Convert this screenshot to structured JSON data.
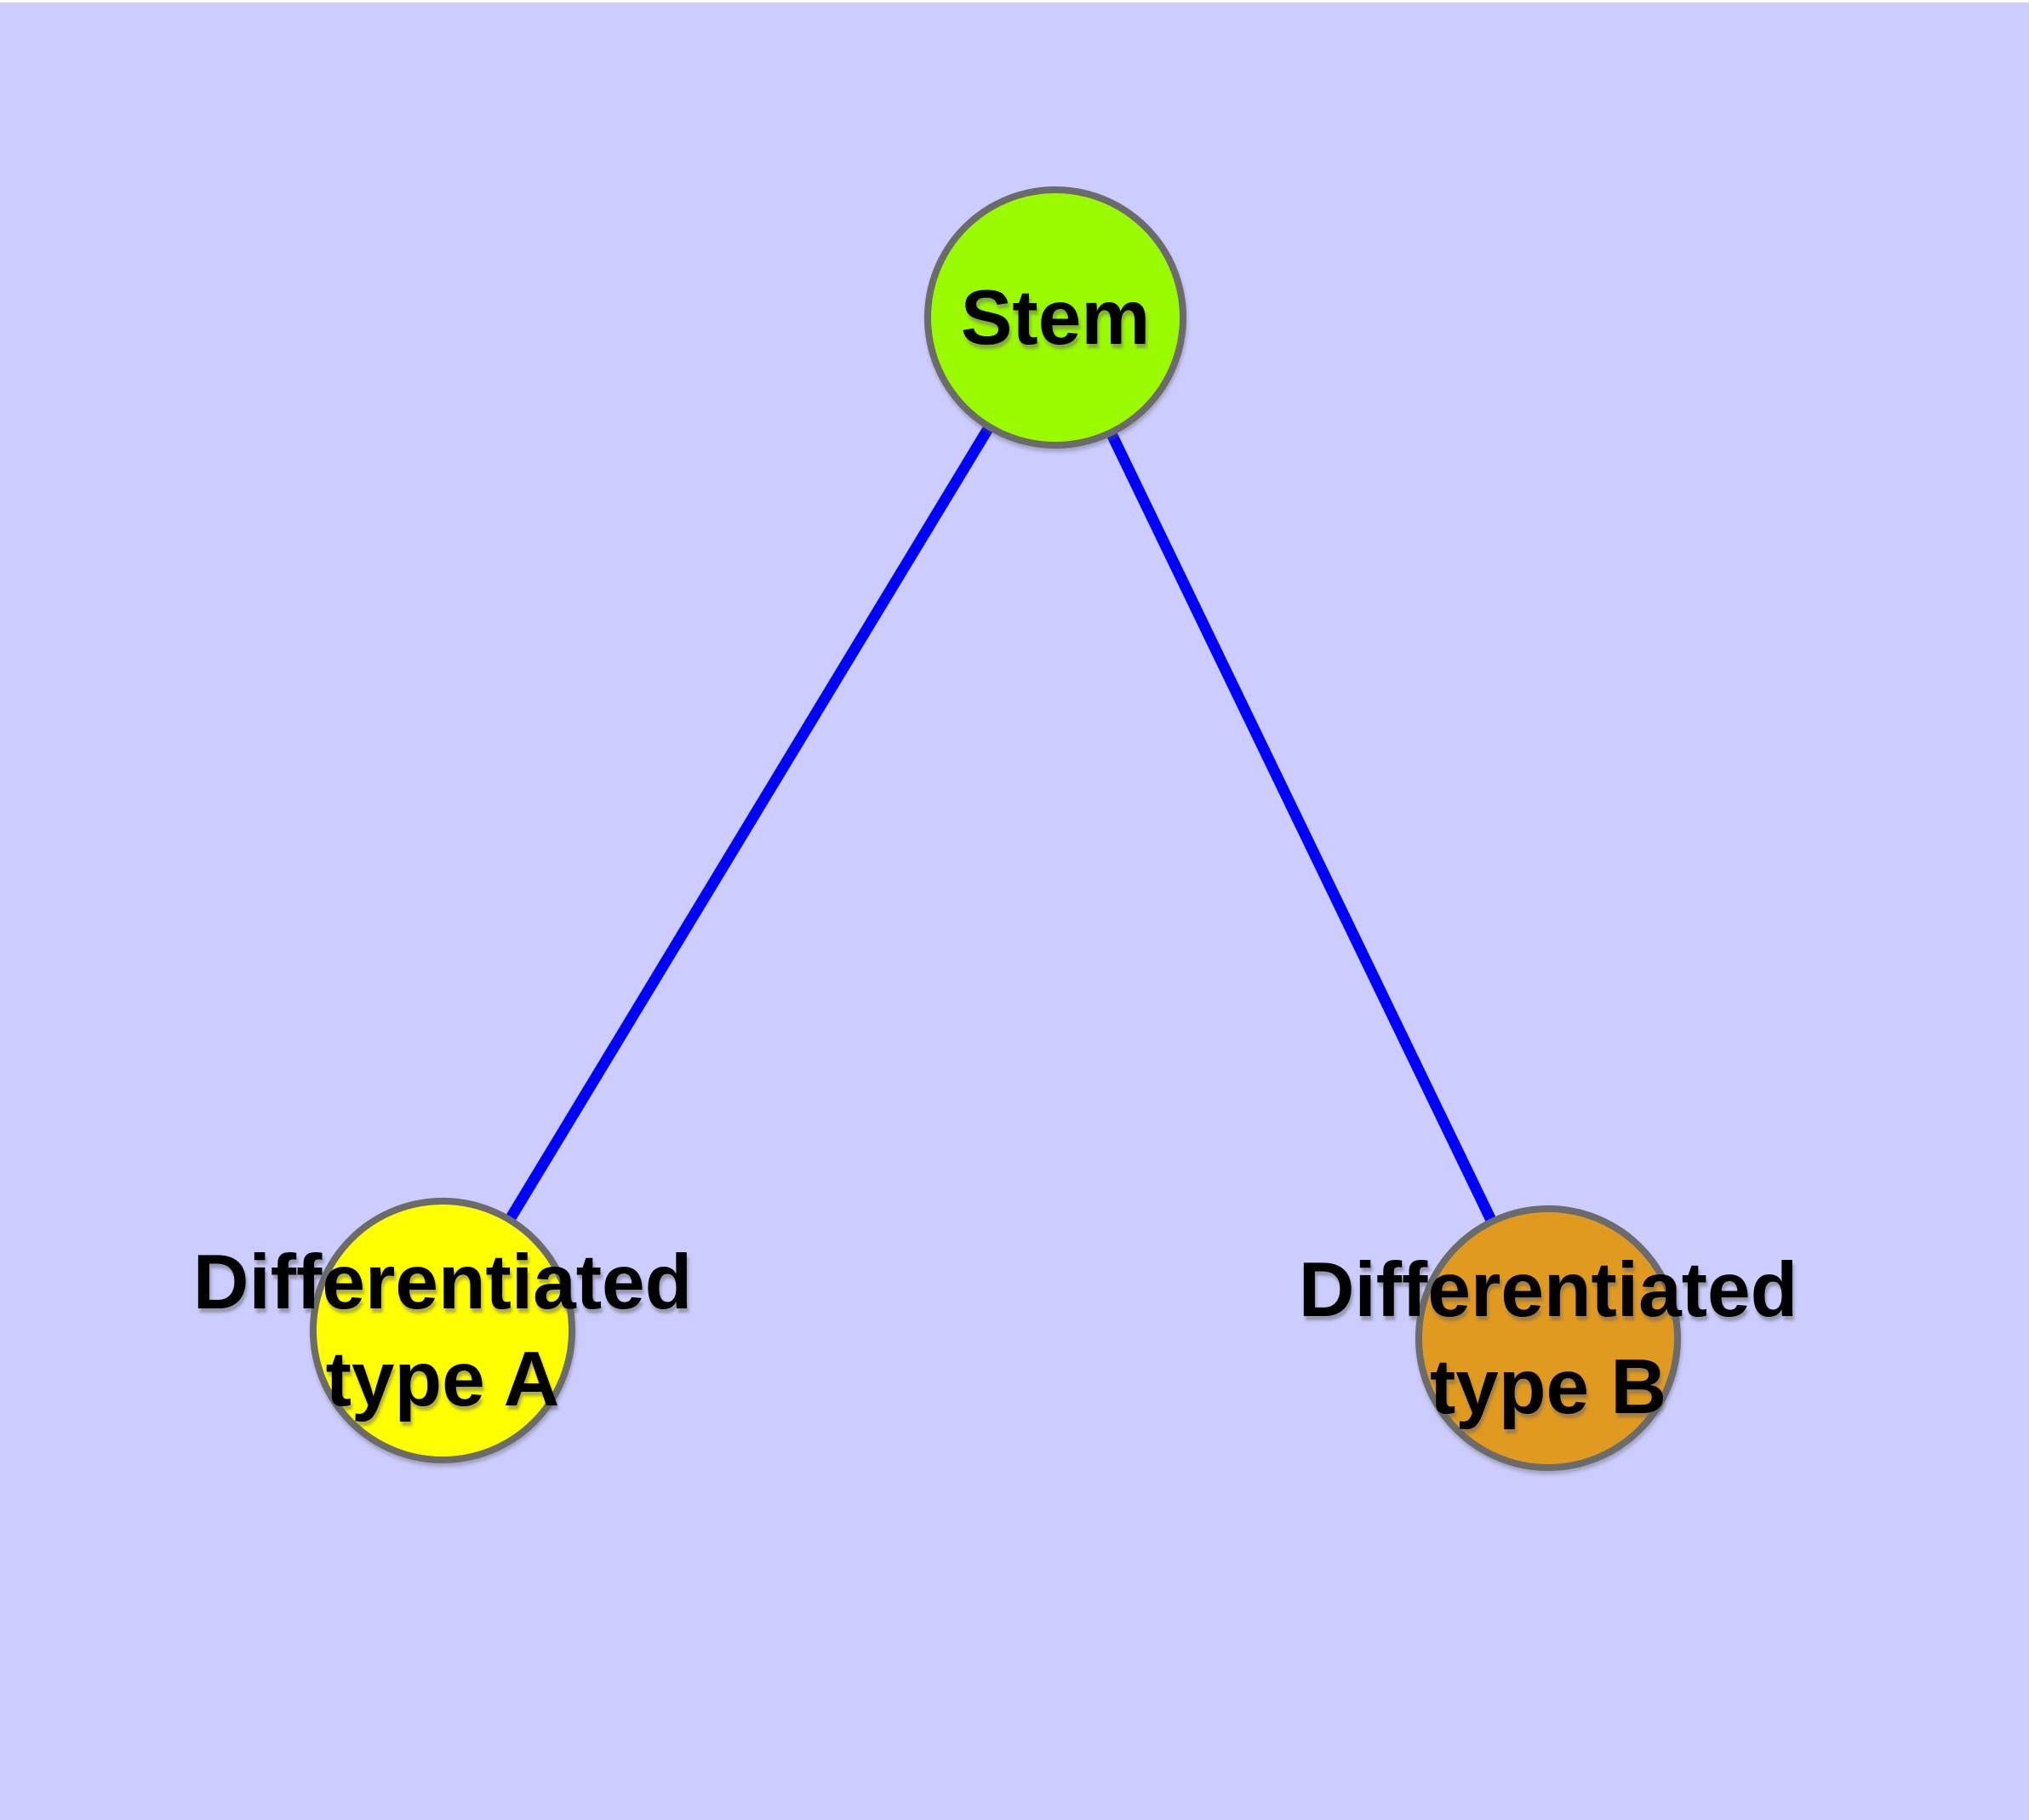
{
  "diagram": {
    "background_color": "#CCCCFF",
    "edge_color": "#0000FF",
    "node_border_color": "#6B6B6B",
    "nodes": [
      {
        "label": "Stem",
        "fill": "#9AFB00"
      },
      {
        "label": "Differentiated type A",
        "label_line1": "Differentiated",
        "label_line2": "type A",
        "fill": "#FFFF00"
      },
      {
        "label": "Differentiated type B",
        "label_line1": "Differentiated",
        "label_line2": "type B",
        "fill": "#E19A20"
      }
    ],
    "edges": [
      {
        "from": "Stem",
        "to": "Differentiated type A"
      },
      {
        "from": "Stem",
        "to": "Differentiated type B"
      }
    ]
  }
}
